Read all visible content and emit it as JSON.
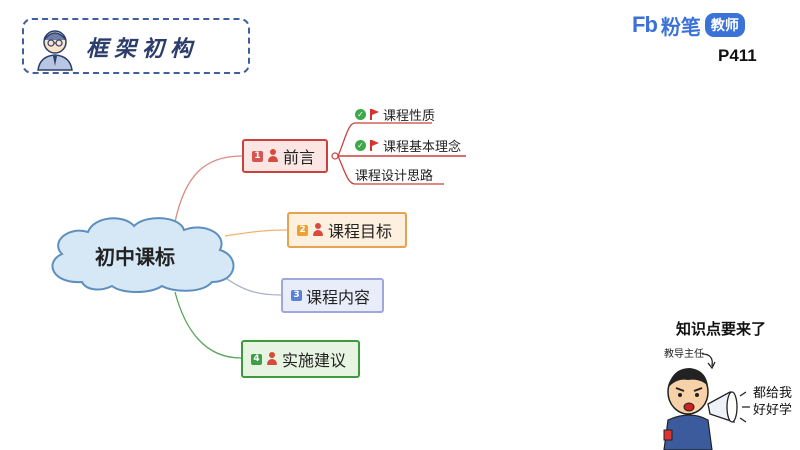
{
  "header": {
    "title": "框架初构"
  },
  "logo": {
    "mark": "Fb",
    "name": "粉笔",
    "tag": "教师"
  },
  "page_number": "P411",
  "mindmap": {
    "root": "初中课标",
    "branches": [
      {
        "index": "1",
        "label": "前言",
        "children": [
          {
            "label": "课程性质",
            "has_check": true,
            "has_flag": true
          },
          {
            "label": "课程基本理念",
            "has_check": true,
            "has_flag": true
          },
          {
            "label": "课程设计思路",
            "has_check": false,
            "has_flag": false
          }
        ]
      },
      {
        "index": "2",
        "label": "课程目标"
      },
      {
        "index": "3",
        "label": "课程内容"
      },
      {
        "index": "4",
        "label": "实施建议"
      }
    ],
    "colors": {
      "branch1": "#c9423d",
      "branch2": "#e7a24f",
      "branch3": "#9fa7dc",
      "branch4": "#3f9a3e",
      "cloud_fill": "#d6e8f5",
      "cloud_stroke": "#5d8fbe"
    }
  },
  "mascot": {
    "heading": "知识点要来了",
    "role_label": "教导主任",
    "speech_line1": "都给我",
    "speech_line2": "好好学"
  }
}
